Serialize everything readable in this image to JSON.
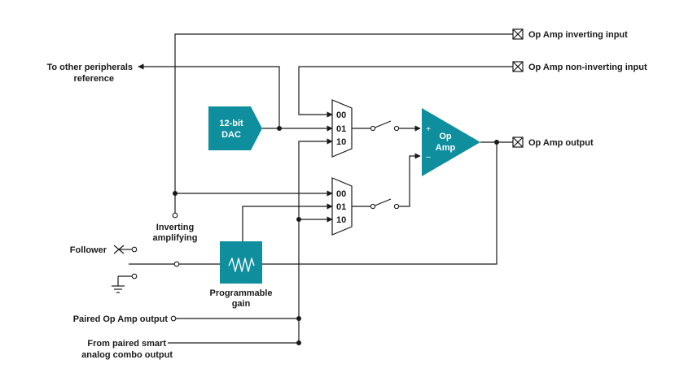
{
  "colors": {
    "accent": "#0f8f9e",
    "line": "#1a1a1a",
    "background": "#ffffff"
  },
  "labels": {
    "op_amp_inverting_input": "Op Amp inverting input",
    "op_amp_non_inverting_input": "Op Amp non-inverting input",
    "op_amp_output": "Op Amp output",
    "to_other_peripherals_line1": "To other peripherals",
    "to_other_peripherals_line2": "reference",
    "dac_line1": "12-bit",
    "dac_line2": "DAC",
    "op_amp_line1": "Op",
    "op_amp_line2": "Amp",
    "plus_sign": "+",
    "minus_sign": "–",
    "mux_upper": [
      "00",
      "01",
      "10"
    ],
    "mux_lower": [
      "00",
      "01",
      "10"
    ],
    "inverting_line1": "Inverting",
    "inverting_line2": "amplifying",
    "follower": "Follower",
    "programmable_line1": "Programmable",
    "programmable_line2": "gain",
    "paired_op_amp_output": "Paired Op Amp output",
    "from_paired_line1": "From paired smart",
    "from_paired_line2": "analog combo output"
  },
  "icons": {
    "terminal": "boxed-x-terminal-icon",
    "resistor": "zigzag-resistor-icon",
    "ground": "ground-icon",
    "switch": "switch-icon"
  }
}
